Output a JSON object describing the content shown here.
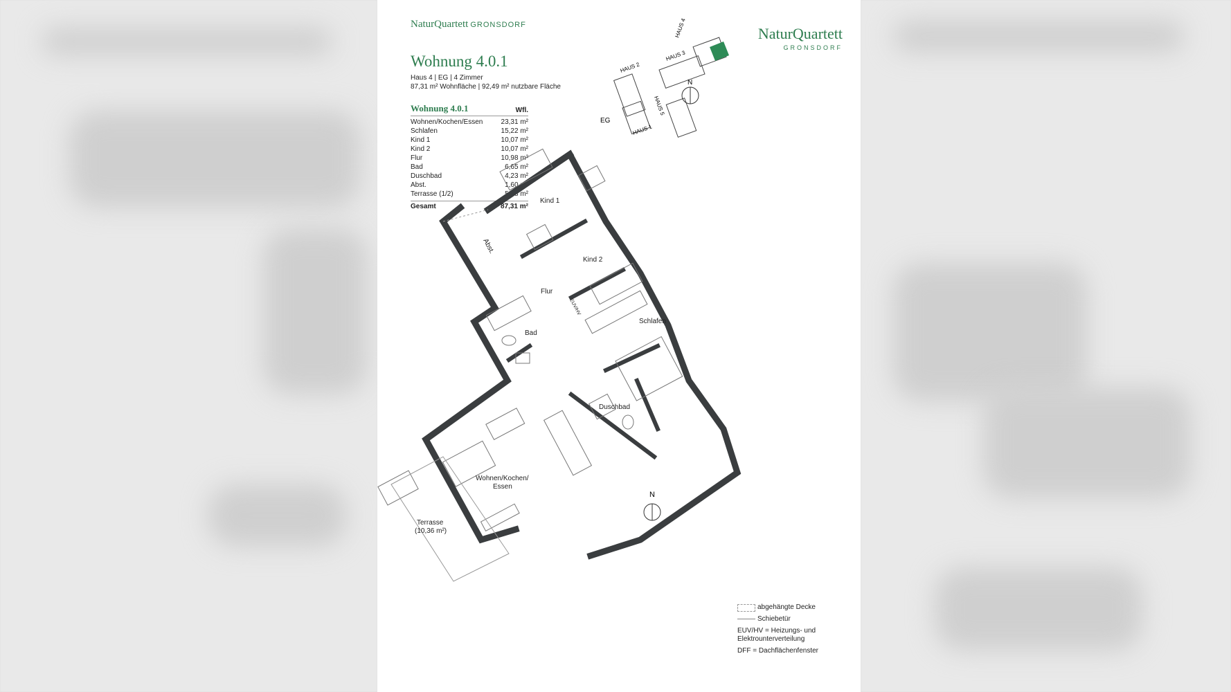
{
  "brand": {
    "small_name": "NaturQuartett",
    "small_sub": "GRONSDORF",
    "large_name": "NaturQuartett",
    "large_sub": "GRONSDORF"
  },
  "unit": {
    "title": "Wohnung 4.0.1",
    "meta_line1": "Haus 4 | EG | 4 Zimmer",
    "meta_line2": "87,31 m² Wohnfläche | 92,49 m² nutzbare Fläche"
  },
  "area_table": {
    "header_name": "Wohnung 4.0.1",
    "header_col": "Wfl.",
    "rows": [
      {
        "room": "Wohnen/Kochen/Essen",
        "area": "23,31 m²"
      },
      {
        "room": "Schlafen",
        "area": "15,22 m²"
      },
      {
        "room": "Kind 1",
        "area": "10,07 m²"
      },
      {
        "room": "Kind 2",
        "area": "10,07 m²"
      },
      {
        "room": "Flur",
        "area": "10,98 m²"
      },
      {
        "room": "Bad",
        "area": "6,65 m²"
      },
      {
        "room": "Duschbad",
        "area": "4,23 m²"
      },
      {
        "room": "Abst.",
        "area": "1,60 m²"
      },
      {
        "room": "Terrasse (1/2)",
        "area": "5,18 m²"
      }
    ],
    "total_label": "Gesamt",
    "total_value": "87,31 m²"
  },
  "site_plan": {
    "haus1": "HAUS 1",
    "haus2": "HAUS 2",
    "haus3": "HAUS 3",
    "haus4": "HAUS 4",
    "haus5": "HAUS 5",
    "floor": "EG",
    "north": "N",
    "highlight_color": "#2e8b57"
  },
  "rooms": {
    "kind1": "Kind 1",
    "kind2": "Kind 2",
    "abst": "Abst.",
    "flur": "Flur",
    "euvhv": "EUV/HV",
    "schlafen": "Schlafen",
    "bad": "Bad",
    "duschbad": "Duschbad",
    "wohnen1": "Wohnen/Kochen/",
    "wohnen2": "Essen",
    "terrasse1": "Terrasse",
    "terrasse2": "(10,36 m²)"
  },
  "legend": {
    "north": "N",
    "ceiling": "abgehängte Decke",
    "sliding": "Schiebetür",
    "euv1": "EUV/HV = Heizungs- und",
    "euv2": "Elektrounterverteilung",
    "dff": "DFF = Dachflächenfenster"
  },
  "colors": {
    "wall": "#3a3d3f",
    "accent": "#2e7d4f"
  }
}
